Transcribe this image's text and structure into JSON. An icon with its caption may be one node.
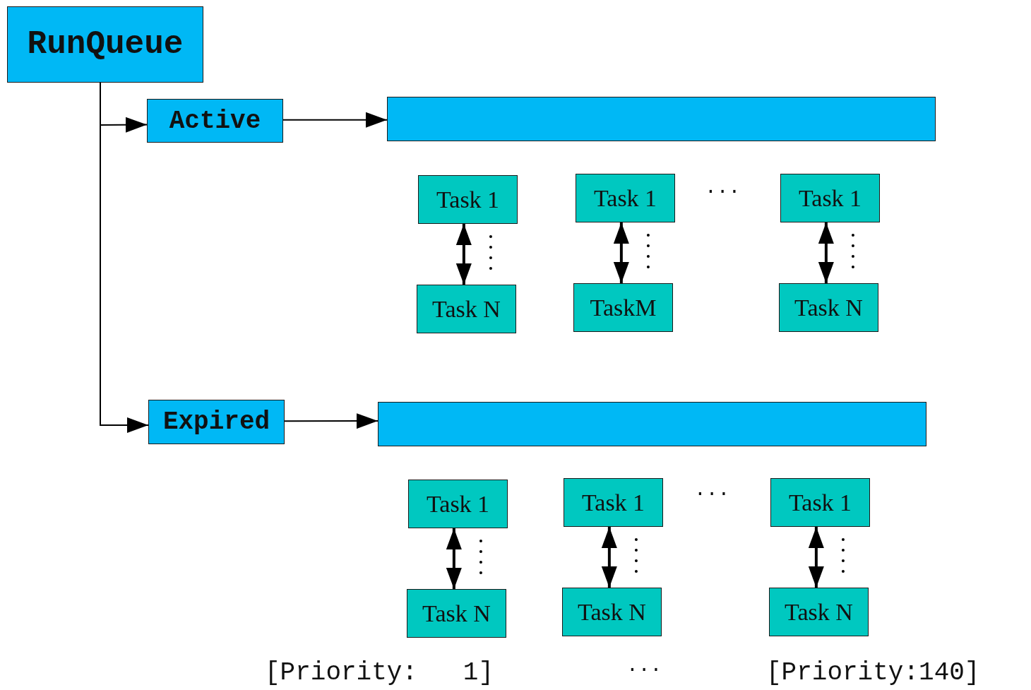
{
  "diagram": {
    "nodes": [
      {
        "text": [
          "RunQueue"
        ]
      },
      {
        "text": [
          "Active"
        ]
      },
      {
        "text": [],
        "shape": "bar"
      },
      {
        "text": [
          "Task 1"
        ]
      },
      {
        "text": [
          "Task N"
        ]
      },
      {
        "text": [
          "Task 1"
        ]
      },
      {
        "text": [
          "TaskM"
        ]
      },
      {
        "text": [
          "Task 1"
        ]
      },
      {
        "text": [
          "Task N"
        ]
      },
      {
        "text": [
          "Expired"
        ]
      },
      {
        "text": [],
        "shape": "bar"
      },
      {
        "text": [
          "Task 1"
        ]
      },
      {
        "text": [
          "Task N"
        ]
      },
      {
        "text": [
          "Task 1"
        ]
      },
      {
        "text": [
          "Task N"
        ]
      },
      {
        "text": [
          "Task 1"
        ]
      },
      {
        "text": [
          "Task N"
        ]
      }
    ],
    "edges": [
      {
        "from": 0,
        "to": 1,
        "arrow": "to"
      },
      {
        "from": 0,
        "to": 9,
        "arrow": "to"
      },
      {
        "from": 1,
        "to": 2,
        "arrow": "to"
      },
      {
        "from": 3,
        "to": 4,
        "arrow": "both"
      },
      {
        "from": 5,
        "to": 6,
        "arrow": "both"
      },
      {
        "from": 7,
        "to": 8,
        "arrow": "both"
      },
      {
        "from": 9,
        "to": 10,
        "arrow": "to"
      },
      {
        "from": 11,
        "to": 12,
        "arrow": "both"
      },
      {
        "from": 13,
        "to": 14,
        "arrow": "both"
      },
      {
        "from": 15,
        "to": 16,
        "arrow": "both"
      }
    ],
    "labels": [
      "···",
      "···",
      "[Priority:   1]",
      "···",
      "[Priority:140]"
    ]
  }
}
